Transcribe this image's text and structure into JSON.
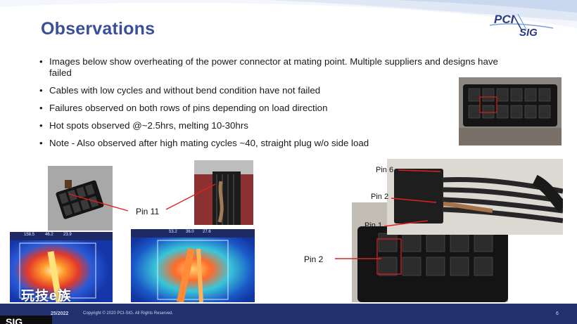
{
  "slide": {
    "title": "Observations",
    "logo": {
      "pci": "PCI",
      "sig": "SIG"
    },
    "bullets": [
      "Images below show overheating of the power connector at mating point.  Multiple suppliers and designs have failed",
      "Cables with low cycles and without bend condition have not failed",
      "Failures observed on both rows of pins depending on load direction",
      "Hot spots observed @~2.5hrs, melting 10-30hrs",
      "Note - Also observed after high mating cycles ~40, straight plug w/o side load"
    ],
    "callouts": {
      "pin11": "Pin 11",
      "pin6": "Pin 6",
      "pin2_top": "Pin 2",
      "pin1": "Pin 1",
      "pin2_bottom": "Pin 2"
    },
    "thermal_left": {
      "t1": "158.5",
      "t2": "46.2",
      "t3": "23.9"
    },
    "thermal_right": {
      "t1": "53.2",
      "t2": "36.0",
      "t3": "27.6"
    },
    "footer": {
      "date": "25/2022",
      "copyright": "Copyright © 2020 PCI-SIG. All Rights Reserved.",
      "page": "6"
    },
    "watermark": "玩技e族",
    "corner_text": "SIG"
  },
  "colors": {
    "title": "#3a4f9a",
    "footer_bg": "#21306e",
    "callout_line": "#e02020"
  }
}
